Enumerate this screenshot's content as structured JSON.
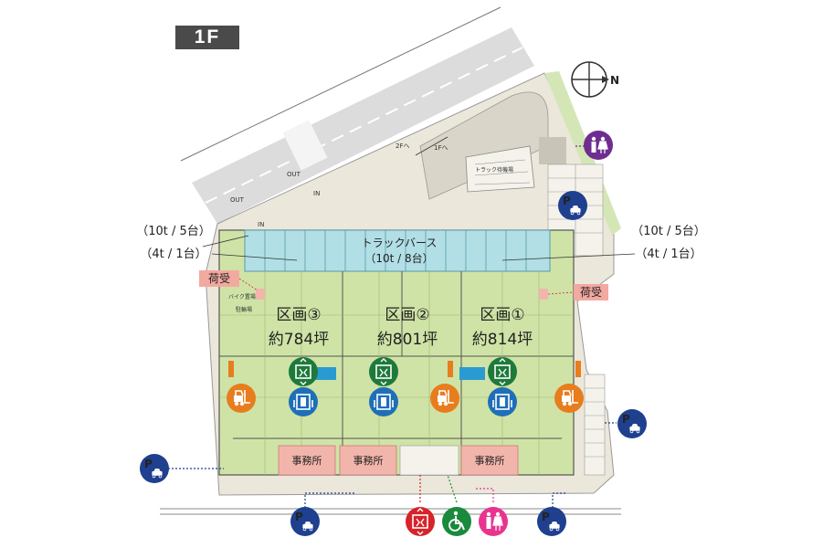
{
  "floor": "1F",
  "compass": "N",
  "truck_berth": {
    "name": "トラックバース",
    "capacity": "（10t / 8台）"
  },
  "zones": [
    {
      "name": "区画③",
      "area": "約784坪"
    },
    {
      "name": "区画②",
      "area": "約801坪"
    },
    {
      "name": "区画①",
      "area": "約814坪"
    }
  ],
  "left_callout": {
    "line1": "（10t / 5台）",
    "line2": "（4t / 1台）"
  },
  "right_callout": {
    "line1": "（10t / 5台）",
    "line2": "（4t / 1台）"
  },
  "receiving_label": "荷受",
  "office_label": "事務所",
  "ramp": {
    "up": "2Fへ",
    "down": "1Fへ"
  },
  "road": {
    "out": "OUT",
    "in": "IN"
  },
  "truck_waiting": "トラック待機場",
  "bike_parking": "バイク置場",
  "bicycle_parking": "駐輪場",
  "parking_letter": "P",
  "colors": {
    "warehouse": "#cfe3a6",
    "berth": "#b2dfe6",
    "grounds": "#ebe7da",
    "office": "#f2b5ab",
    "parking": "#1f3f8f",
    "toilet": "#6e2d8f",
    "elevator": "#1e7a3a",
    "lift": "#1e6fb8",
    "forklift": "#e87d1e",
    "toilet_women": "#e8348f",
    "accessible": "#1a8a3c",
    "elevator_red": "#d7232a"
  }
}
